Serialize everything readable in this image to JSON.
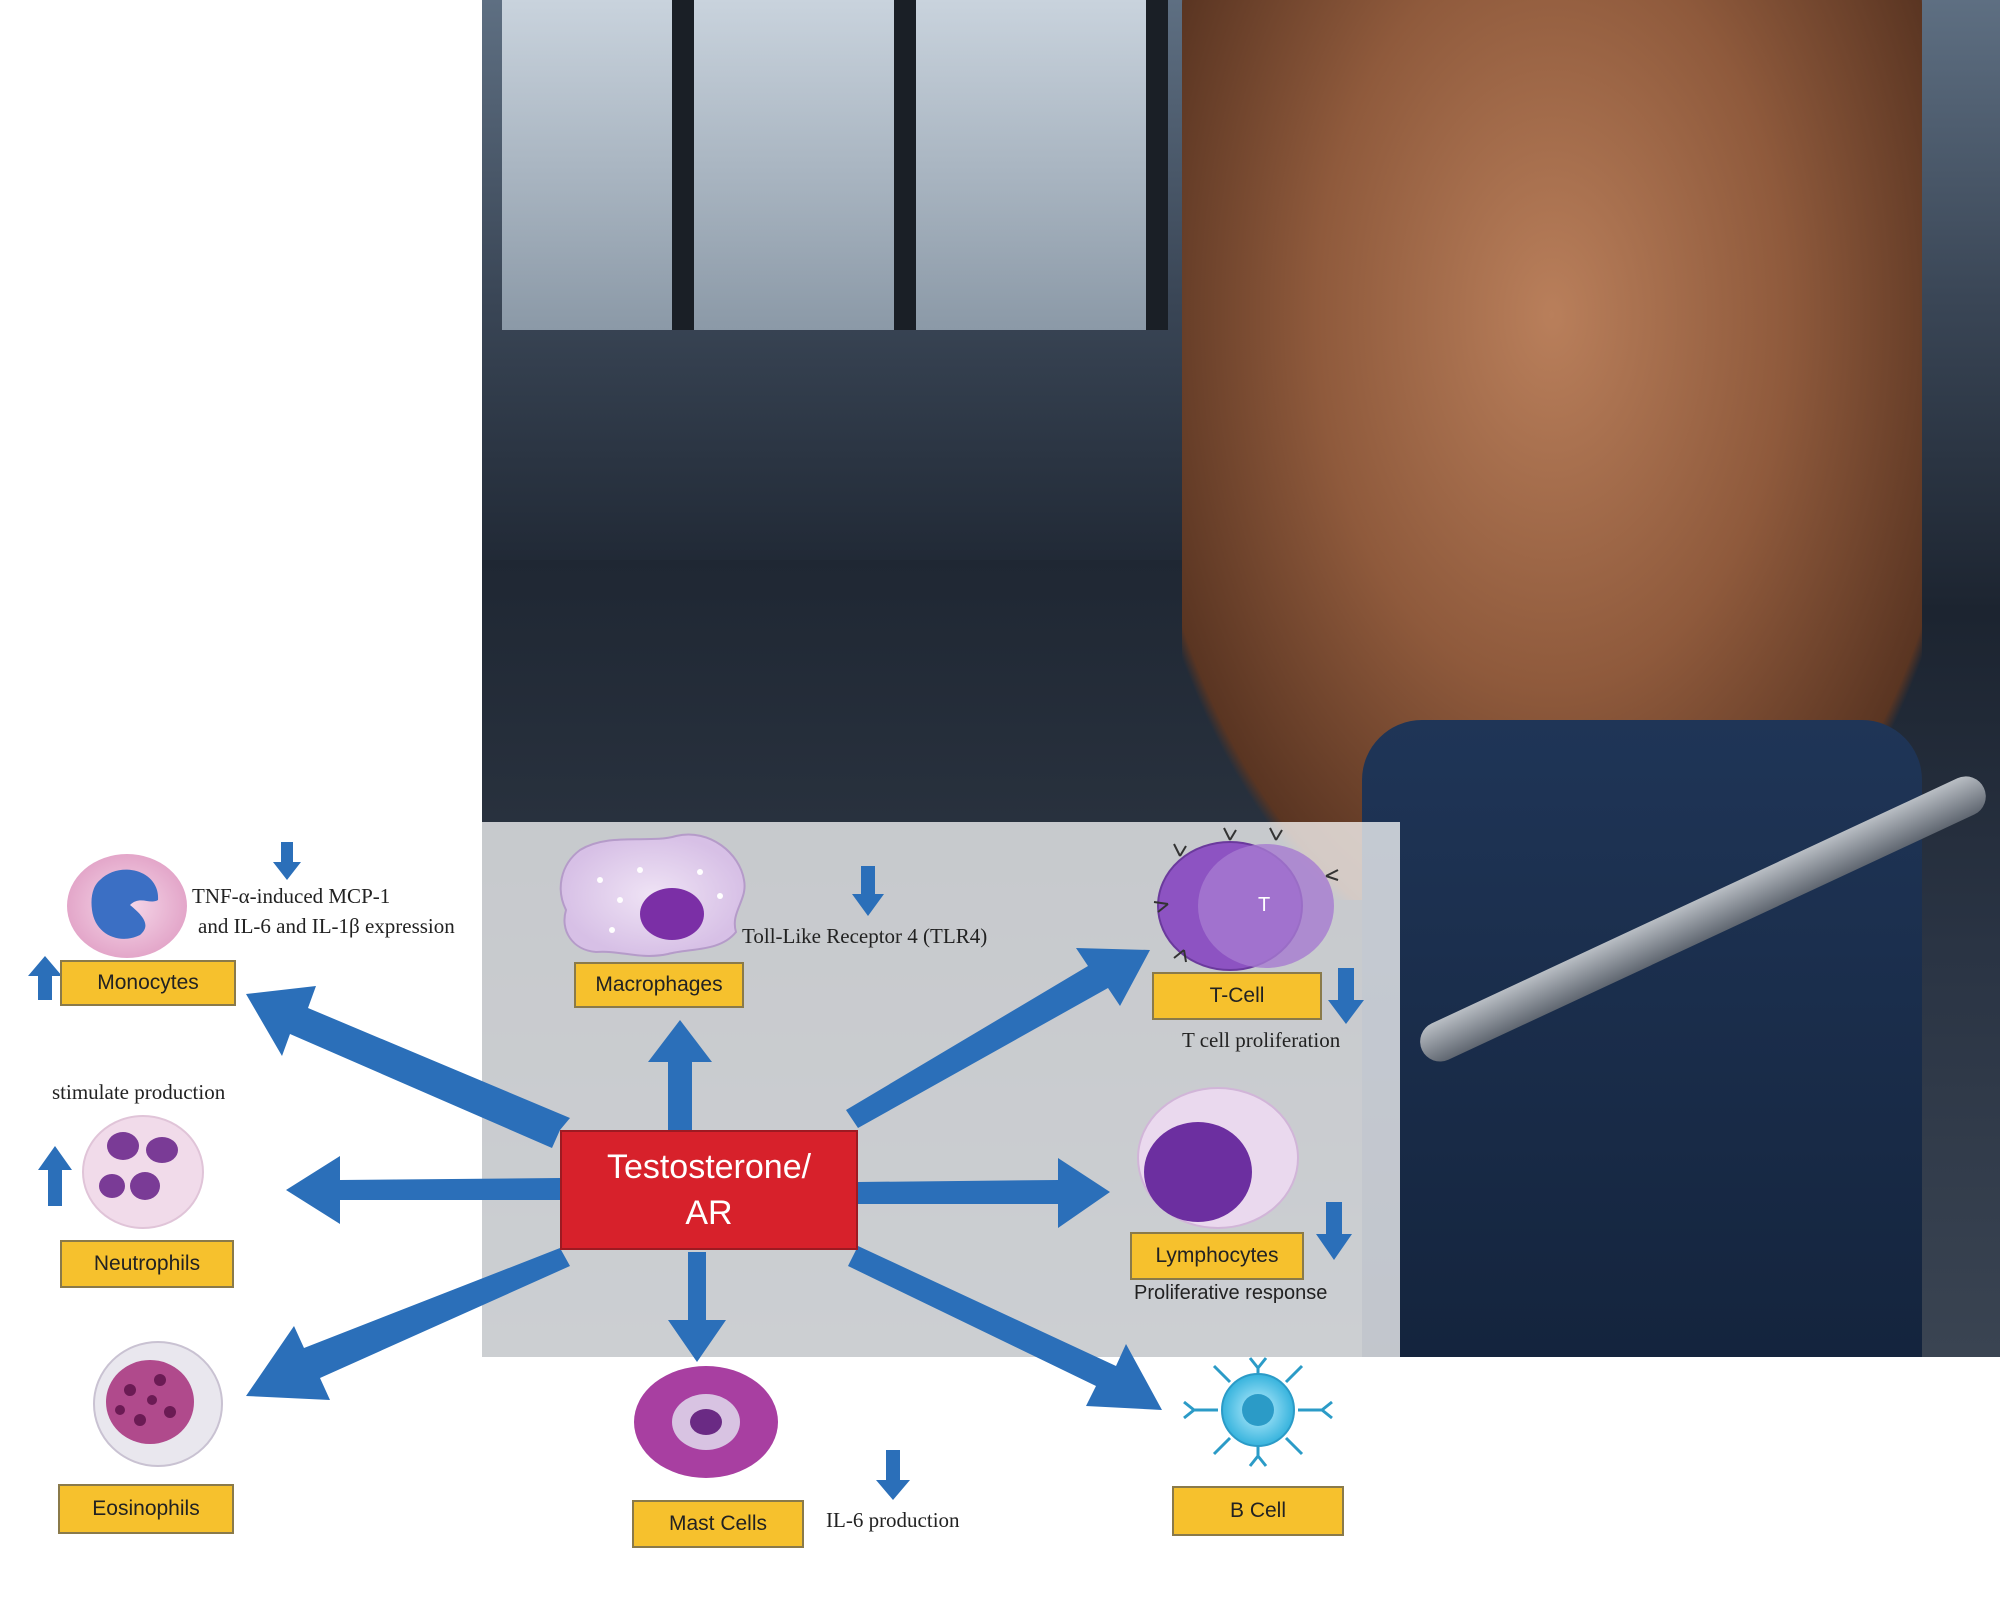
{
  "center": {
    "line1": "Testosterone/",
    "line2": "AR"
  },
  "cells": {
    "monocytes": {
      "label": "Monocytes",
      "note_line1": "TNF-α-induced MCP-1",
      "note_line2": "and IL-6 and  IL-1β expression"
    },
    "macrophages": {
      "label": "Macrophages",
      "note": "Toll-Like Receptor 4 (TLR4)"
    },
    "tcell": {
      "label": "T-Cell",
      "note": "T cell proliferation",
      "letter": "T"
    },
    "neutrophils": {
      "label": "Neutrophils",
      "note": "stimulate production"
    },
    "lymphocytes": {
      "label": "Lymphocytes",
      "note": "Proliferative response"
    },
    "eosinophils": {
      "label": "Eosinophils"
    },
    "mastcells": {
      "label": "Mast Cells",
      "note": "IL-6 production"
    },
    "bcell": {
      "label": "B Cell"
    }
  },
  "colors": {
    "arrow": "#2b6fb9",
    "label_fill": "#f6c12d",
    "center_fill": "#d7212b"
  }
}
